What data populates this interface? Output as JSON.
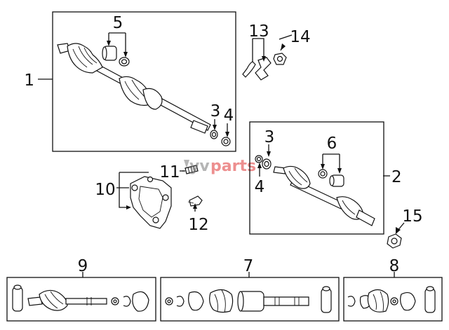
{
  "callouts": {
    "c1": "1",
    "c2": "2",
    "c3a": "3",
    "c4a": "4",
    "c5": "5",
    "c3b": "3",
    "c4b": "4",
    "c6": "6",
    "c7": "7",
    "c8": "8",
    "c9": "9",
    "c10": "10",
    "c11": "11",
    "c12": "12",
    "c13": "13",
    "c14": "14",
    "c15": "15"
  },
  "watermark": {
    "prefix": "yv",
    "suffix": "parts",
    "logo_icon": "vparts-logo-icon"
  }
}
